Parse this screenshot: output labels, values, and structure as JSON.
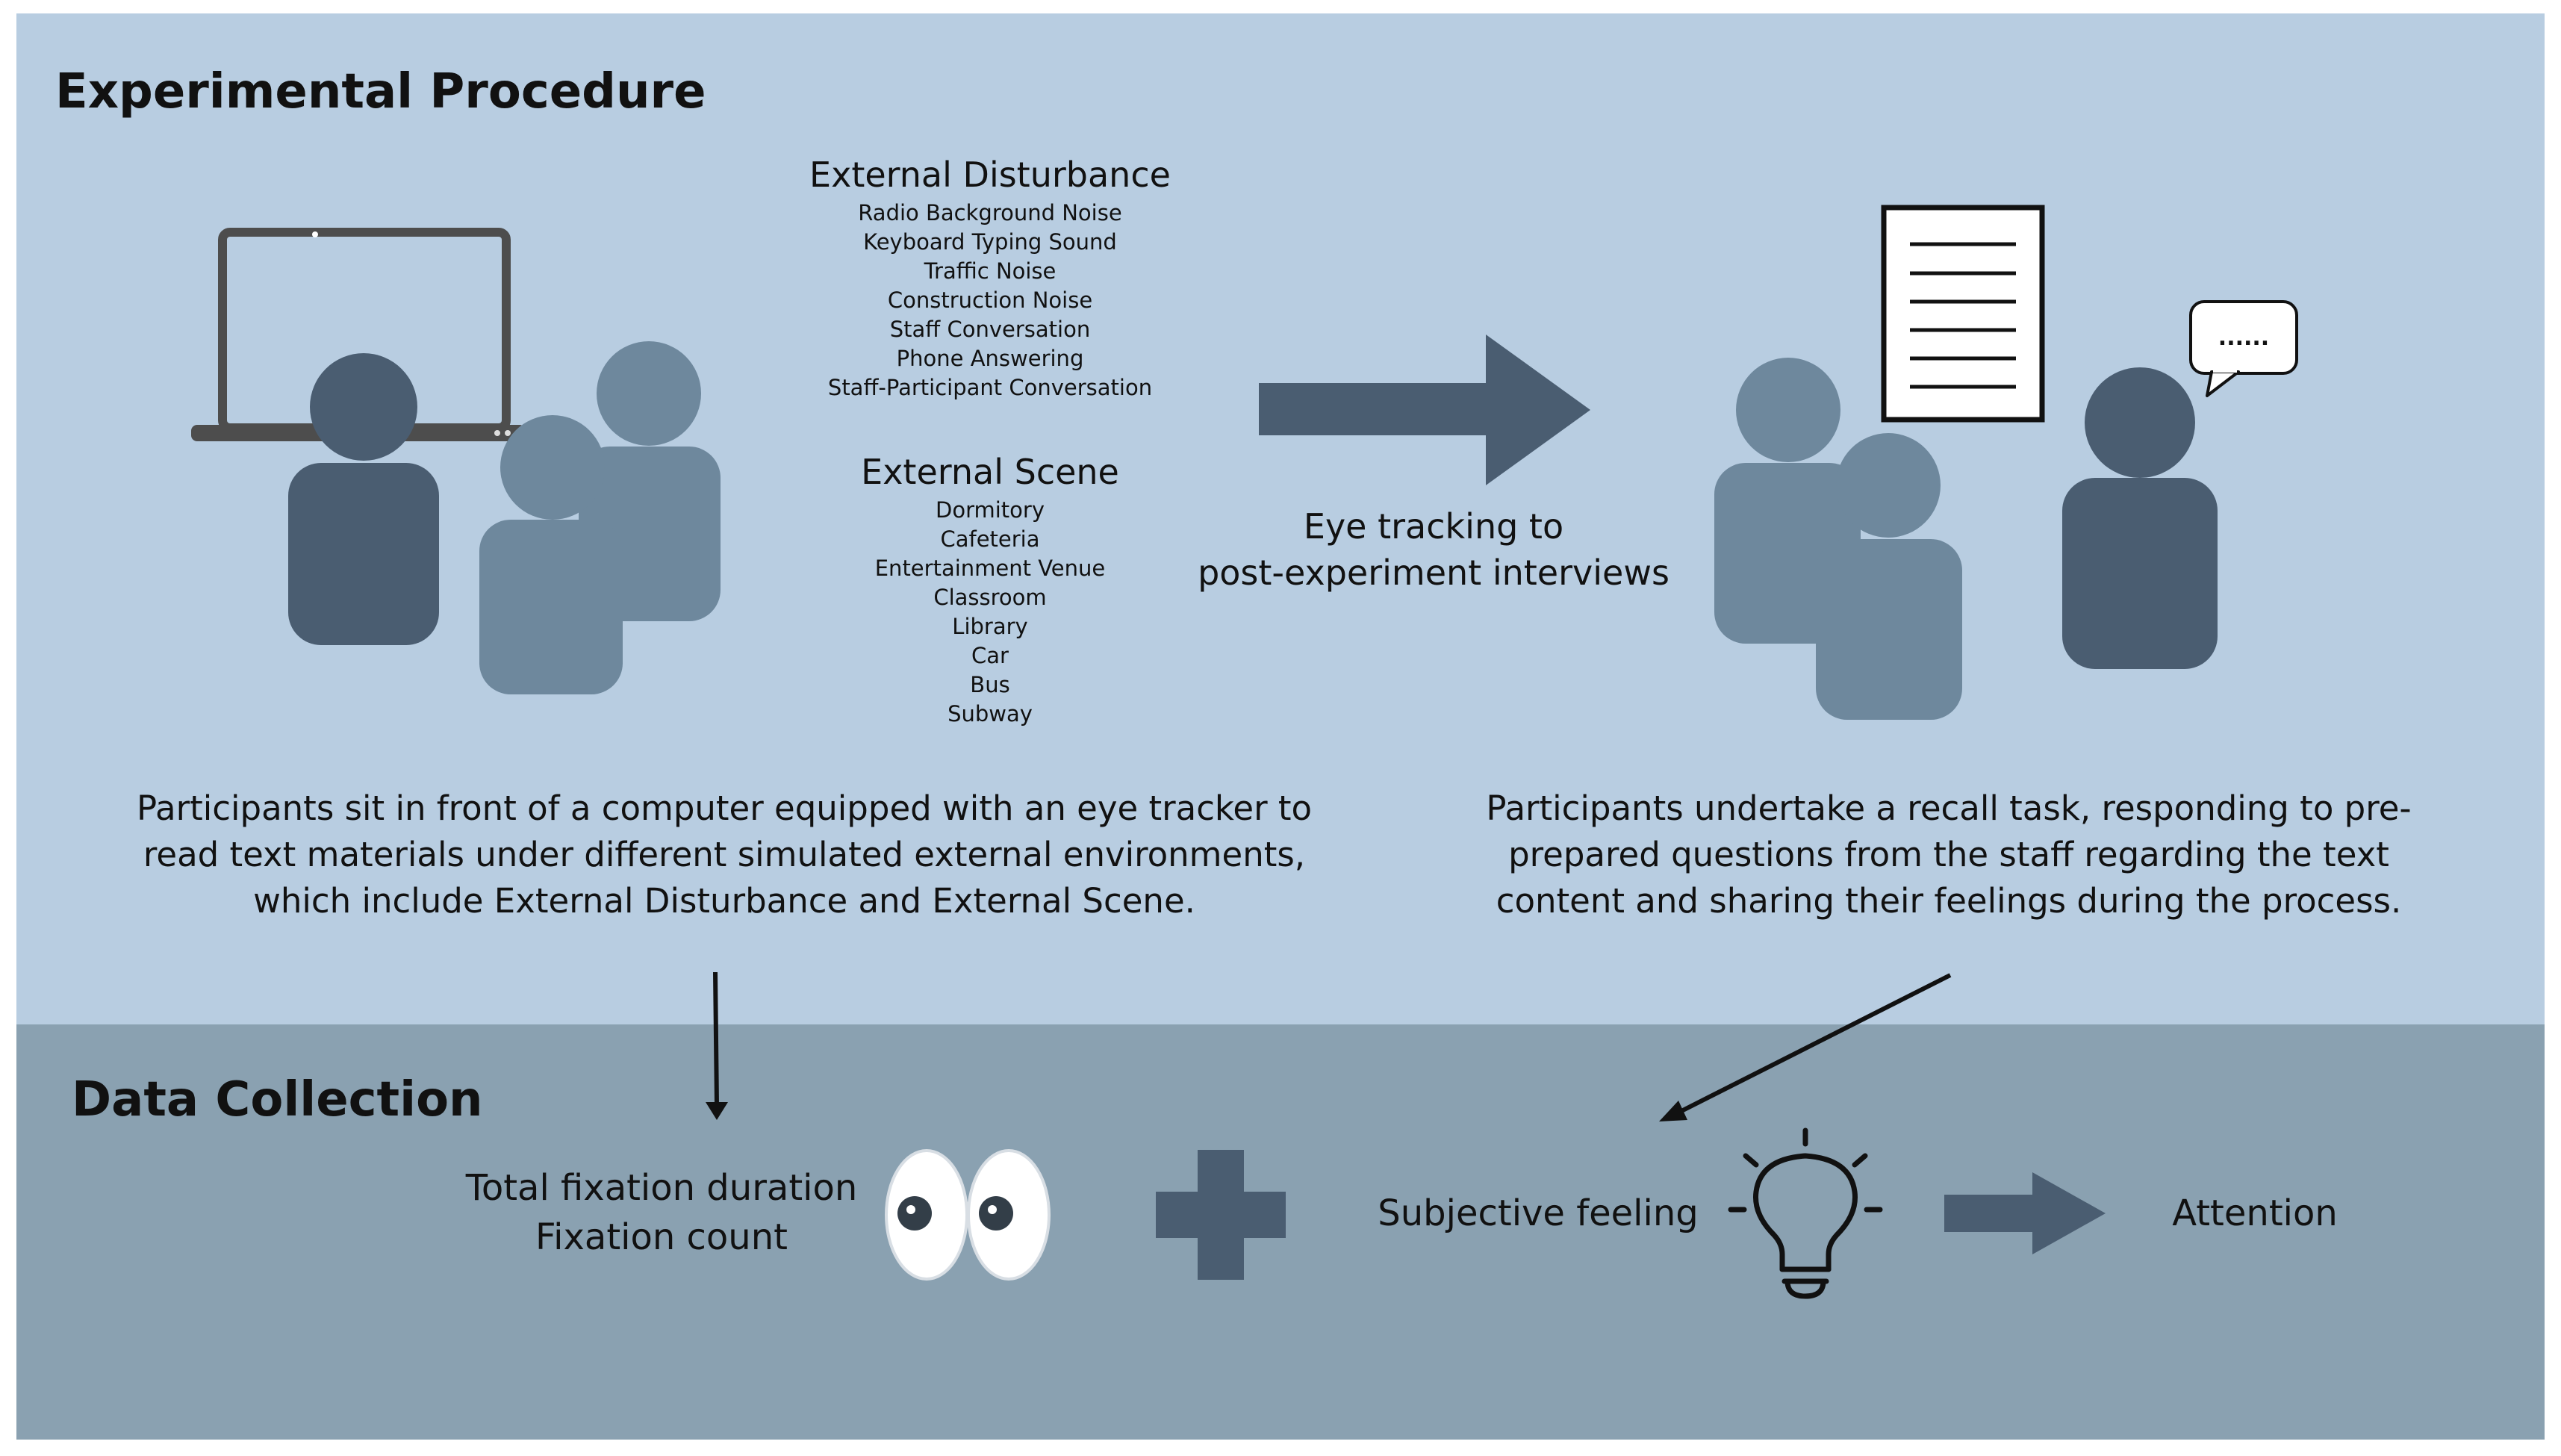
{
  "procedure": {
    "title": "Experimental Procedure",
    "external_disturbance": {
      "heading": "External Disturbance",
      "items": [
        "Radio Background Noise",
        "Keyboard Typing Sound",
        "Traffic Noise",
        "Construction Noise",
        "Staff Conversation",
        "Phone Answering",
        "Staff-Participant Conversation"
      ]
    },
    "external_scene": {
      "heading": "External Scene",
      "items": [
        "Dormitory",
        "Cafeteria",
        "Entertainment Venue",
        "Classroom",
        "Library",
        "Car",
        "Bus",
        "Subway"
      ]
    },
    "arrow_caption": [
      "Eye tracking to",
      "post-experiment interviews"
    ],
    "speech_bubble_text": "......",
    "left_description": [
      "Participants sit in front of a computer equipped with an eye tracker to",
      "read text materials under different simulated external environments,",
      "which include External Disturbance and External Scene."
    ],
    "right_description": [
      "Participants undertake a recall task, responding to pre-",
      "prepared questions from the staff regarding the text",
      "content and sharing their feelings during the process."
    ]
  },
  "collection": {
    "title": "Data Collection",
    "eye_metrics": [
      "Total fixation duration",
      "Fixation count"
    ],
    "subjective": "Subjective feeling",
    "result": "Attention"
  },
  "colors": {
    "top_background": "#b8cde1",
    "bottom_background": "#8aa1b1",
    "dark_figure": "#4a5d71",
    "light_figure": "#6e889d",
    "laptop": "#4d4d4d"
  }
}
